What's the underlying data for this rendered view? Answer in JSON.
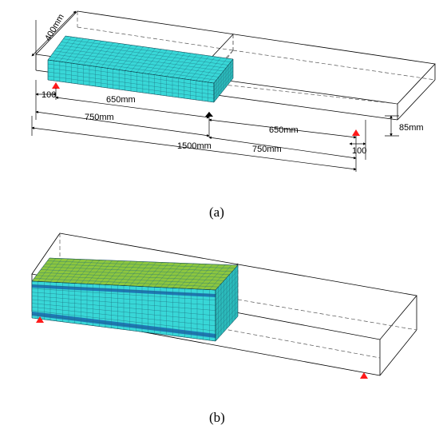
{
  "figure_a": {
    "caption": "(a)",
    "dims": {
      "depth": "400mm",
      "support_offset_left": "100",
      "load_to_support": "650mm",
      "half_length": "750mm",
      "right_load_to_support": "650mm",
      "total_length": "1500mm",
      "right_half_length": "750mm",
      "support_offset_right": "100",
      "thickness": "85mm"
    }
  },
  "figure_b": {
    "caption": "(b)"
  },
  "colors": {
    "mesh_cyan": "#38d7d7",
    "mesh_green": "#8cc63f",
    "support_red": "#ff1a1a",
    "mesh_line": "#1f6f80"
  }
}
